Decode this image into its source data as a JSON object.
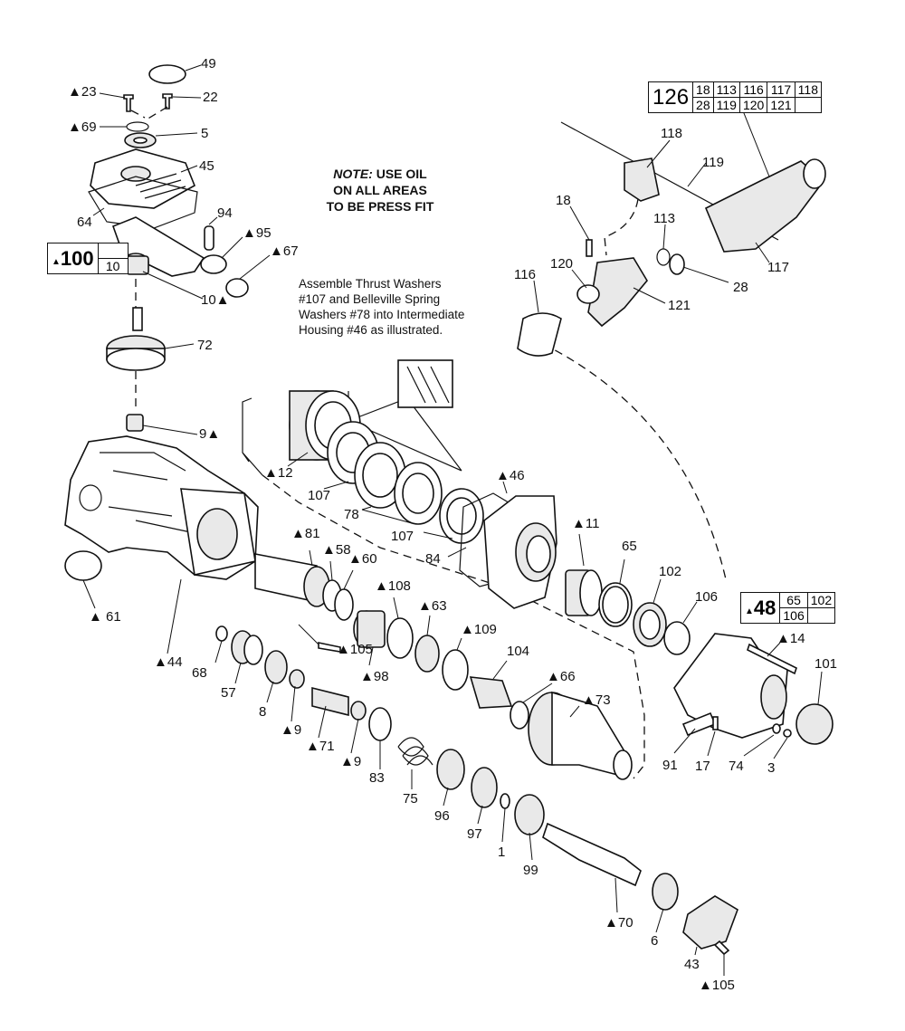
{
  "note": {
    "prefix": "NOTE:",
    "line1": " USE OIL",
    "line2": "ON ALL AREAS",
    "line3": "TO BE PRESS FIT"
  },
  "assembly_note": {
    "line1": "Assemble Thrust Washers",
    "line2": "#107 and Belleville Spring",
    "line3": "Washers #78 into Intermediate",
    "line4": "Housing #46 as illustrated."
  },
  "kits": {
    "k126": {
      "main": "126",
      "row1": [
        "18",
        "113",
        "116",
        "117",
        "118"
      ],
      "row2": [
        "28",
        "119",
        "120",
        "121",
        ""
      ]
    },
    "k100": {
      "marker": "▲",
      "main": "100",
      "parts": [
        "",
        "10"
      ]
    },
    "k48": {
      "marker": "▲",
      "main": "48",
      "row1": [
        "65",
        "102"
      ],
      "row2": [
        "106",
        ""
      ]
    }
  },
  "labels": {
    "l49": "49",
    "l23": "▲23",
    "l22": "22",
    "l69": "▲69",
    "l5": "5",
    "l45": "45",
    "l64": "64",
    "l94": "94",
    "l95": "▲95",
    "l67": "▲67",
    "l10": "10▲",
    "l72": "72",
    "l9a": "9▲",
    "l61": "▲ 61",
    "l44": "▲44",
    "l68": "68",
    "l57": "57",
    "l8": "8",
    "l9b": "▲9",
    "l71": "▲71",
    "l9c": "▲9",
    "l83": "83",
    "l75": "75",
    "l96": "96",
    "l97": "97",
    "l1": "1",
    "l99": "99",
    "l70": "▲70",
    "l6": "6",
    "l43": "43",
    "l105b": "▲105",
    "l12": "▲12",
    "l107a": "107",
    "l78": "78",
    "l107b": "107",
    "l84": "84",
    "l46": "▲46",
    "l81": "▲81",
    "l58": "▲58",
    "l60": "▲60",
    "l105a": "▲105",
    "l98": "▲98",
    "l108": "▲108",
    "l63": "▲63",
    "l109": "▲109",
    "l104": "104",
    "l66": "▲66",
    "l73": "▲73",
    "l11": "▲11",
    "l65": "65",
    "l102": "102",
    "l106": "106",
    "l14": "▲14",
    "l101": "101",
    "l91": "91",
    "l17": "17",
    "l74": "74",
    "l3": "3",
    "l118": "118",
    "l119": "119",
    "l18": "18",
    "l113": "113",
    "l116": "116",
    "l120": "120",
    "l121": "121",
    "l28": "28",
    "l117": "117"
  }
}
